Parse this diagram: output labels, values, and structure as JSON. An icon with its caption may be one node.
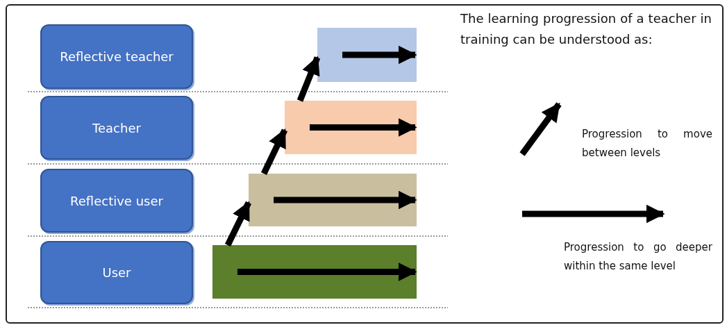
{
  "diagram": {
    "nodes": [
      {
        "text": [
          "Reflective teacher"
        ]
      },
      {
        "text": [
          "Teacher"
        ]
      },
      {
        "text": [
          "Reflective user"
        ]
      },
      {
        "text": [
          "User"
        ]
      },
      {
        "text": [],
        "shape": "bar"
      },
      {
        "text": [],
        "shape": "bar"
      },
      {
        "text": [],
        "shape": "bar"
      },
      {
        "text": [],
        "shape": "bar"
      }
    ],
    "edges": [
      {
        "from": 7,
        "to": 6,
        "arrow": "to"
      },
      {
        "from": 6,
        "to": 5,
        "arrow": "to"
      },
      {
        "from": 5,
        "to": 4,
        "arrow": "to"
      }
    ],
    "labels": [
      "The learning progression of a teacher in training can be understood as:"
    ],
    "legend": [
      {
        "text": "Progression to move between levels"
      },
      {
        "text": "Progression to go deeper within the same level"
      }
    ]
  }
}
